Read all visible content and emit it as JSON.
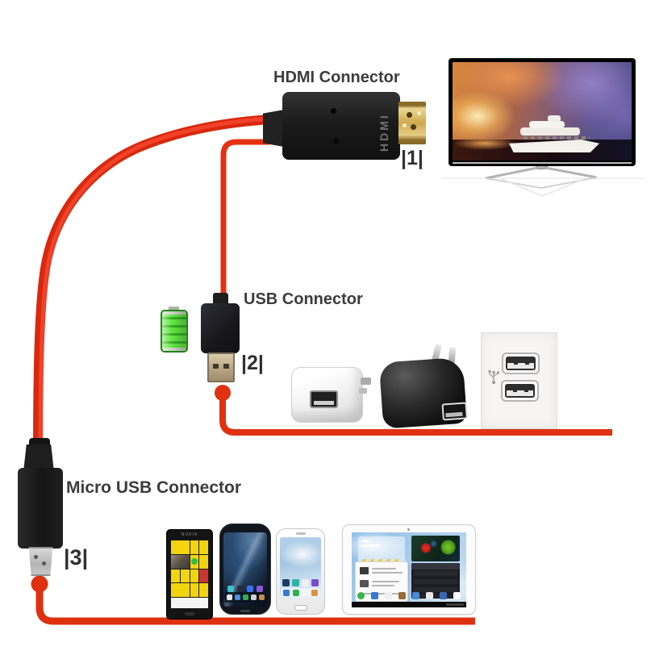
{
  "colors": {
    "cable_red": "#e6341a",
    "label_text": "#3c3c3c",
    "hdmi_gold": "#cfa94e",
    "battery_green": "#4fd636"
  },
  "connectors": {
    "hdmi": {
      "title": "HDMI Connector",
      "tag": "|1|",
      "plug_marking": "HDMI"
    },
    "usb": {
      "title": "USB Connector",
      "tag": "|2|"
    },
    "micro_usb": {
      "title": "Micro USB Connector",
      "tag": "|3|"
    }
  },
  "devices": {
    "tv": "flat-screen-tv-displaying-yacht",
    "battery": "green-battery-icon",
    "chargers": [
      "white-cube-usb-charger",
      "black-usb-wall-charger",
      "dual-usb-wall-outlet"
    ],
    "mobiles": [
      "nokia-lumia-windows-phone",
      "dark-samsung-galaxy-phone",
      "white-samsung-galaxy-phone",
      "samsung-galaxy-tablet"
    ],
    "nokia_brand": "NOKIA"
  }
}
